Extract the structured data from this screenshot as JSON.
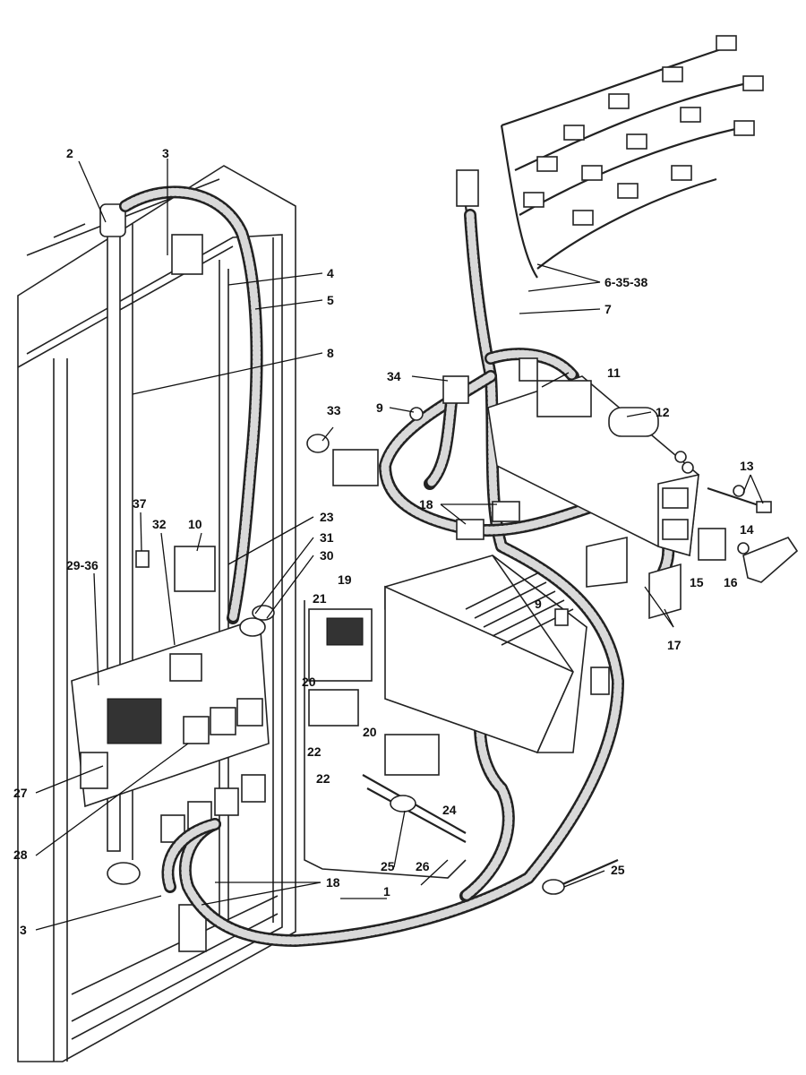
{
  "diagram": {
    "part_labels": {
      "p1": "1",
      "p2": "2",
      "p3_top": "3",
      "p3_bottom": "3",
      "p4": "4",
      "p5": "5",
      "p6_35_38": "6-35-38",
      "p7": "7",
      "p8": "8",
      "p9_left": "9",
      "p9_right": "9",
      "p10": "10",
      "p11": "11",
      "p12": "12",
      "p13": "13",
      "p14": "14",
      "p15": "15",
      "p16": "16",
      "p17": "17",
      "p18_mid": "18",
      "p18_bottom": "18",
      "p19": "19",
      "p20_left": "20",
      "p20_right": "20",
      "p21": "21",
      "p22_left": "22",
      "p22_right": "22",
      "p23": "23",
      "p24": "24",
      "p25_left": "25",
      "p25_right": "25",
      "p26": "26",
      "p27": "27",
      "p28": "28",
      "p29_36": "29-36",
      "p30": "30",
      "p31": "31",
      "p32": "32",
      "p33": "33",
      "p34": "34",
      "p37": "37"
    }
  }
}
